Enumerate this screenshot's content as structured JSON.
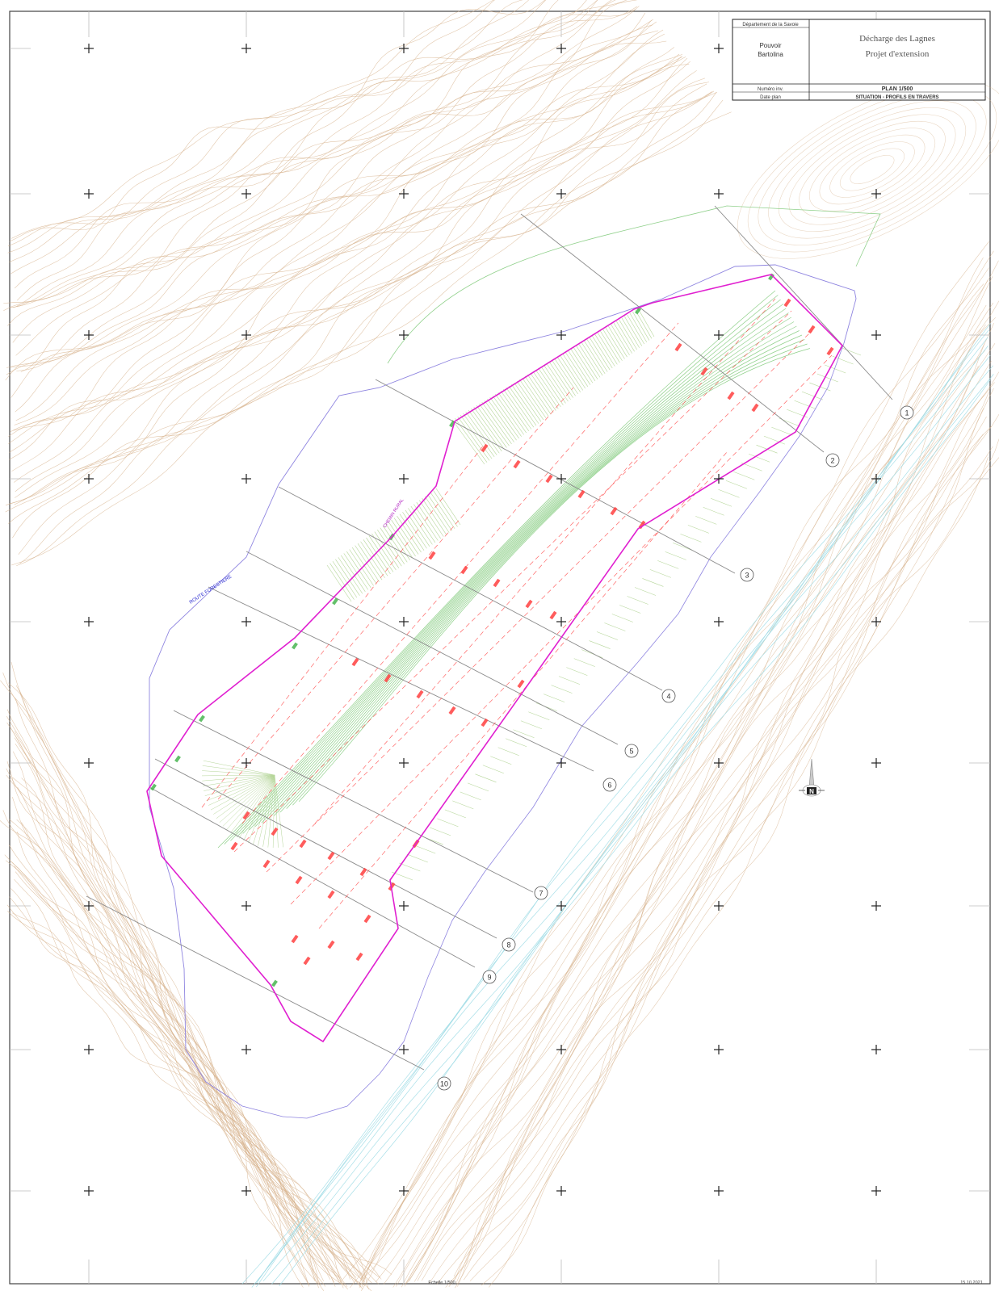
{
  "title_block": {
    "office": "Département de la Savoie",
    "client_line1": "Pouvoir",
    "client_line2": "Bartolina",
    "project_title": "Décharge des Lagnes",
    "project_subtitle": "Projet d'extension",
    "row1_label": "Numéro inv.",
    "row1_value": "PLAN 1/500",
    "row2_label": "Date plan",
    "row2_value": "SITUATION - PROFILS EN TRAVERS"
  },
  "profile_labels": [
    "1",
    "2",
    "3",
    "4",
    "5",
    "6",
    "7",
    "8",
    "9",
    "10"
  ],
  "road_labels": {
    "road_a": "ROUTE FORESTIERE",
    "road_b": "CHEMIN RURAL"
  },
  "footer": {
    "scale": "Echelle 1/500",
    "date": "15.10.2021"
  },
  "north_arrow": {
    "icon": "north-arrow-icon",
    "letter": "N"
  },
  "colors": {
    "contour_terrain": "#d6b08a",
    "contour_project": "#8fd08a",
    "hatch_green": "#b6d69a",
    "perimeter": "#e020d0",
    "access_route": "#8f85e0",
    "profile_lines": "#8a8a8a",
    "project_axes": "#ff4040",
    "water": "#9edbe6"
  }
}
